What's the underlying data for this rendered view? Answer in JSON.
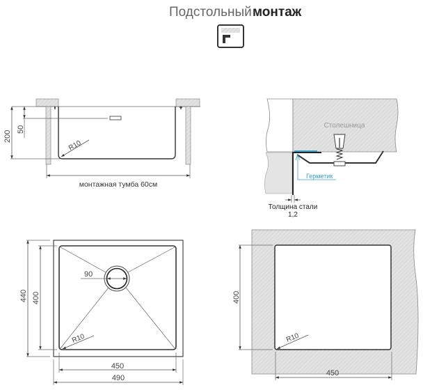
{
  "header": {
    "title_light": "Подстольный",
    "title_bold": "монтаж",
    "mount_icon": "undermount-icon"
  },
  "section_view": {
    "dim_depth": "200",
    "dim_overflow": "50",
    "radius": "R10",
    "cabinet_label": "монтажная тумба 60см"
  },
  "detail_view": {
    "countertop_label": "Столешница",
    "sealant_label": "Герметик",
    "steel_thickness_label": "Толщина стали",
    "steel_thickness_value": "1,2",
    "sealant_color": "#3aa0c8"
  },
  "plan_view": {
    "outer_height": "440",
    "inner_height": "400",
    "drain_diameter": "90",
    "radius": "R10",
    "inner_width": "450",
    "outer_width": "490"
  },
  "cutout_view": {
    "height": "400",
    "width": "450",
    "radius": "R10"
  }
}
